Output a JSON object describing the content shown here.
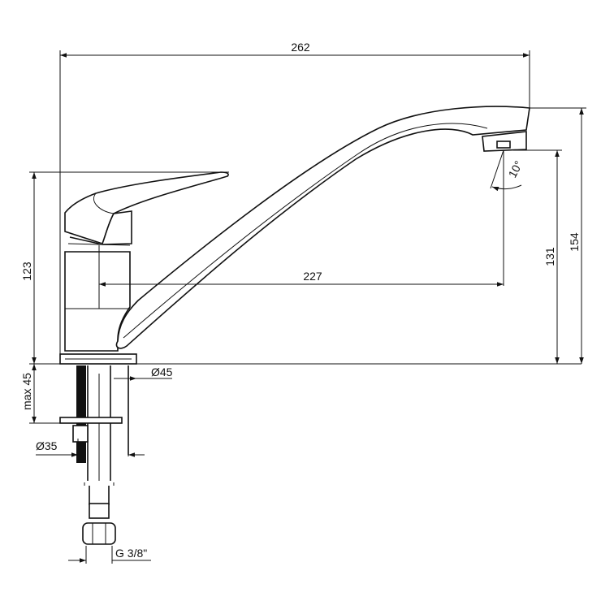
{
  "drawing": {
    "dimensions": {
      "overall_width": "262",
      "spout_reach": "227",
      "body_height": "123",
      "outlet_height": "131",
      "total_height": "154",
      "max_counter_thickness": "max 45",
      "base_diameter": "Ø45",
      "shank_diameter": "Ø35",
      "connection_thread": "G 3/8\"",
      "outlet_angle": "10°"
    }
  }
}
